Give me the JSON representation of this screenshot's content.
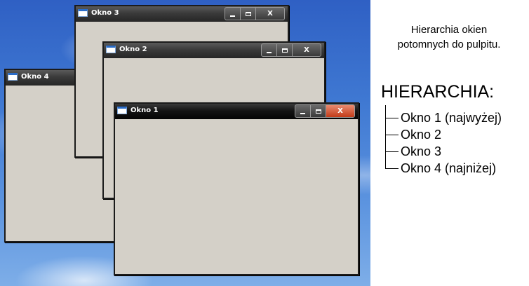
{
  "windows": [
    {
      "title": "Okno 4"
    },
    {
      "title": "Okno 3",
      "min": "_",
      "max": "□",
      "close": "X"
    },
    {
      "title": "Okno 2",
      "min": "_",
      "max": "□",
      "close": "X"
    },
    {
      "title": "Okno 1",
      "min": "_",
      "max": "□",
      "close": "X"
    }
  ],
  "side": {
    "note_line1": "Hierarchia okien",
    "note_line2": "potomnych do pulpitu.",
    "heading": "HIERARCHIA:",
    "items": [
      "Okno 1 (najwyżej)",
      "Okno 2",
      "Okno 3",
      "Okno 4 (najniżej)"
    ]
  }
}
